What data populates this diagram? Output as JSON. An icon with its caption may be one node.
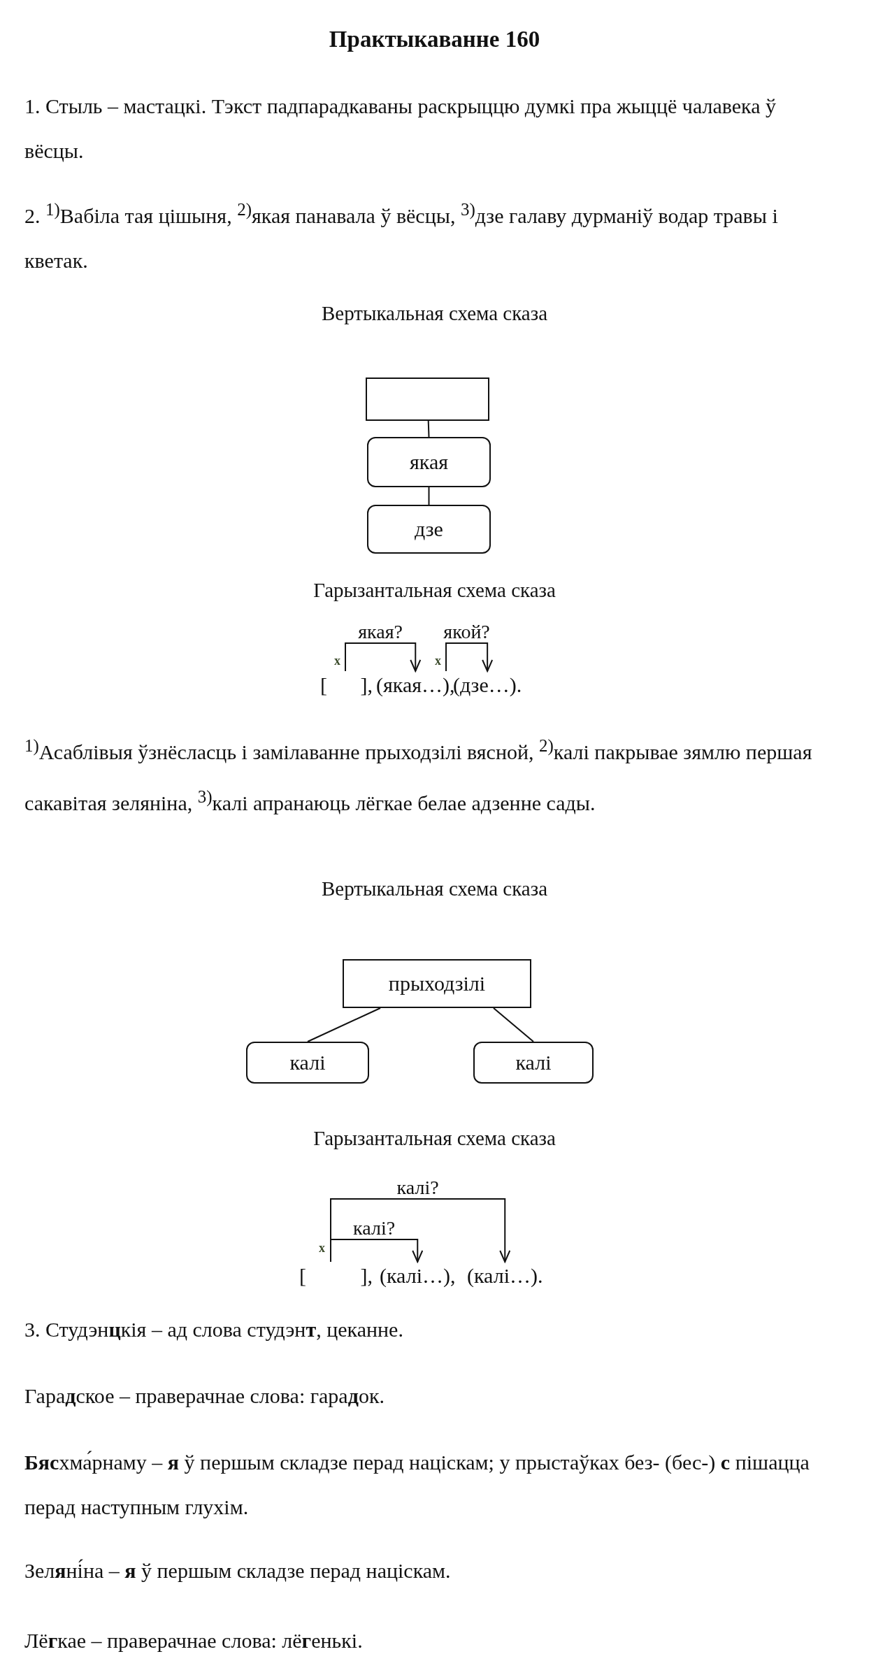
{
  "diagram": {
    "title": "Практыкаванне 160",
    "nodes": [
      {
        "text": [],
        "shape": "box"
      },
      {
        "text": [
          "якая"
        ]
      },
      {
        "text": [
          "дзе"
        ]
      },
      {
        "text": [
          "прыходзілі"
        ]
      },
      {
        "text": [
          "калі"
        ]
      },
      {
        "text": [
          "калі"
        ]
      },
      {
        "text": [
          "[ ],"
        ]
      },
      {
        "text": [
          "(якая…),"
        ]
      },
      {
        "text": [
          "(дзе…)."
        ]
      },
      {
        "text": [
          "[ ],"
        ]
      },
      {
        "text": [
          "(калі…),"
        ]
      },
      {
        "text": [
          "(калі…)."
        ]
      }
    ],
    "edges": [
      {
        "from": 0,
        "to": 1,
        "arrow": "none"
      },
      {
        "from": 1,
        "to": 2,
        "arrow": "none"
      },
      {
        "from": 3,
        "to": 4,
        "arrow": "none"
      },
      {
        "from": 3,
        "to": 5,
        "arrow": "none"
      },
      {
        "from": 6,
        "to": 7,
        "arrow": "to",
        "label": "якая?"
      },
      {
        "from": 7,
        "to": 8,
        "arrow": "to",
        "label": "якой?"
      },
      {
        "from": 9,
        "to": 10,
        "arrow": "to",
        "label": "калі?"
      },
      {
        "from": 9,
        "to": 11,
        "arrow": "to",
        "label": "калі?"
      }
    ],
    "labels": [
      "1. Стыль – мастацкі. Тэкст падпарадкаваны раскрыццю думкі пра жыццё чалавека ў вёсцы.",
      "2. $^{1)}$Вабіла тая цішыня, $^{2)}$якая панавала ў вёсцы, $^{3)}$дзе галаву дурманіў водар травы і кветак.",
      "Вертыкальная схема сказа",
      "Гарызантальная схема сказа",
      "x",
      "x",
      "$^{1)}$Асаблівыя ўзнёсласць і замілаванне прыходзілі вясной, $^{2)}$калі пакрывае зямлю першая сакавітая зеляніна, $^{3)}$калі апранаюць лёгкае белае адзенне сады.",
      "Вертыкальная схема сказа",
      "Гарызантальная схема сказа",
      "x",
      "3. Студэн**ц**кія – ад слова студэн**т**, цеканне.",
      "Гара**д**ское – праверачнае слова: гара**д**ок.",
      "**Бяс**хма́рнаму – **я** ў першым складзе перад націскам; у прыстаўках без- (бес-) **с** пішацца перад наступным глухім.",
      "Зел**я**ні́на – **я** ў першым складзе перад націскам.",
      "Лё**г**кае – праверачнае слова: лё**г**енькі."
    ]
  }
}
